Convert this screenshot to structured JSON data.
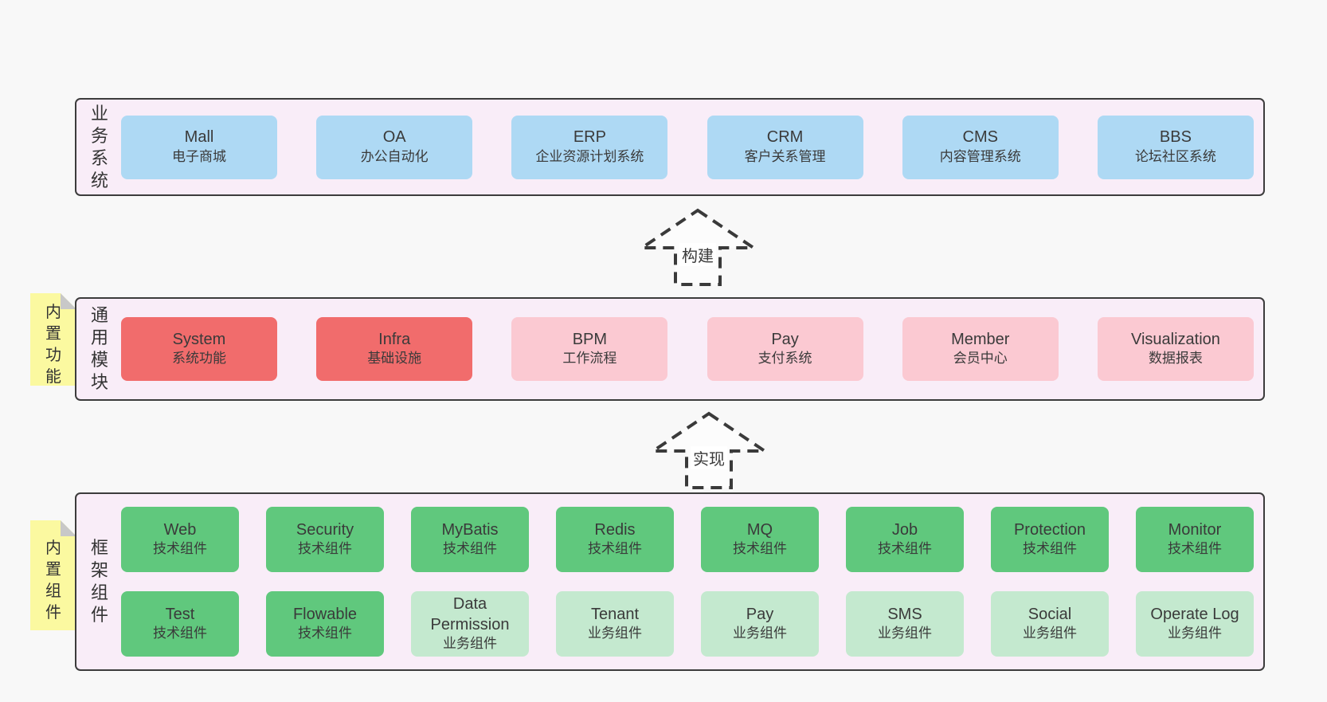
{
  "colors": {
    "page_bg": "#f8f8f8",
    "panel_bg": "#f9edf8",
    "panel_border": "#3c3c3c",
    "blue": "#aed9f4",
    "red": "#f16c6c",
    "pink": "#fbc9d2",
    "green": "#60c87d",
    "green_light": "#c4e9cf",
    "sticky_yellow": "#fbf9a0",
    "sticky_fold": "#c8c8c8",
    "text": "#3a3a3a"
  },
  "arrows": [
    {
      "label": "构建"
    },
    {
      "label": "实现"
    }
  ],
  "stickies": [
    {
      "label": "内置功能"
    },
    {
      "label": "内置组件"
    }
  ],
  "bands": [
    {
      "label": "业务系统",
      "rows": [
        [
          {
            "name": "Mall",
            "desc": "电子商城",
            "color": "blue"
          },
          {
            "name": "OA",
            "desc": "办公自动化",
            "color": "blue"
          },
          {
            "name": "ERP",
            "desc": "企业资源计划系统",
            "color": "blue"
          },
          {
            "name": "CRM",
            "desc": "客户关系管理",
            "color": "blue"
          },
          {
            "name": "CMS",
            "desc": "内容管理系统",
            "color": "blue"
          },
          {
            "name": "BBS",
            "desc": "论坛社区系统",
            "color": "blue"
          }
        ]
      ]
    },
    {
      "label": "通用模块",
      "rows": [
        [
          {
            "name": "System",
            "desc": "系统功能",
            "color": "red"
          },
          {
            "name": "Infra",
            "desc": "基础设施",
            "color": "red"
          },
          {
            "name": "BPM",
            "desc": "工作流程",
            "color": "pink"
          },
          {
            "name": "Pay",
            "desc": "支付系统",
            "color": "pink"
          },
          {
            "name": "Member",
            "desc": "会员中心",
            "color": "pink"
          },
          {
            "name": "Visualization",
            "desc": "数据报表",
            "color": "pink"
          }
        ]
      ]
    },
    {
      "label": "框架组件",
      "rows": [
        [
          {
            "name": "Web",
            "desc": "技术组件",
            "color": "green"
          },
          {
            "name": "Security",
            "desc": "技术组件",
            "color": "green"
          },
          {
            "name": "MyBatis",
            "desc": "技术组件",
            "color": "green"
          },
          {
            "name": "Redis",
            "desc": "技术组件",
            "color": "green"
          },
          {
            "name": "MQ",
            "desc": "技术组件",
            "color": "green"
          },
          {
            "name": "Job",
            "desc": "技术组件",
            "color": "green"
          },
          {
            "name": "Protection",
            "desc": "技术组件",
            "color": "green"
          },
          {
            "name": "Monitor",
            "desc": "技术组件",
            "color": "green"
          }
        ],
        [
          {
            "name": "Test",
            "desc": "技术组件",
            "color": "green"
          },
          {
            "name": "Flowable",
            "desc": "技术组件",
            "color": "green"
          },
          {
            "name": "Data Permission",
            "desc": "业务组件",
            "color": "green_light"
          },
          {
            "name": "Tenant",
            "desc": "业务组件",
            "color": "green_light"
          },
          {
            "name": "Pay",
            "desc": "业务组件",
            "color": "green_light"
          },
          {
            "name": "SMS",
            "desc": "业务组件",
            "color": "green_light"
          },
          {
            "name": "Social",
            "desc": "业务组件",
            "color": "green_light"
          },
          {
            "name": "Operate Log",
            "desc": "业务组件",
            "color": "green_light"
          }
        ]
      ]
    }
  ]
}
